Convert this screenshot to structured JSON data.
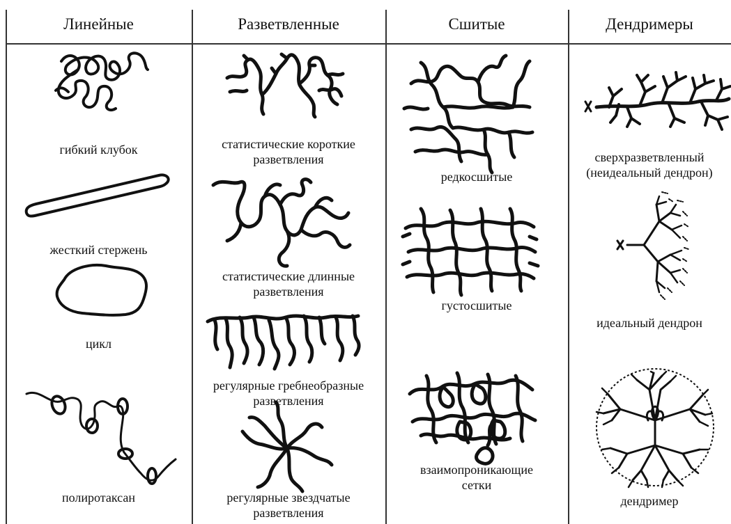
{
  "columns": [
    {
      "header": "Линейные",
      "items": [
        "гибкий клубок",
        "жесткий стержень",
        "цикл",
        "полиротаксан"
      ]
    },
    {
      "header": "Разветвленные",
      "items": [
        "статистические короткие\nразветвления",
        "статистические длинные\nразветвления",
        "регулярные гребнеобразные\nразветвления",
        "регулярные звездчатые\nразветвления"
      ]
    },
    {
      "header": "Сшитые",
      "items": [
        "редкосшитые",
        "густосшитые",
        "взаимопроникающие\nсетки"
      ]
    },
    {
      "header": "Дендримеры",
      "items": [
        "сверхразветвленный\n(неидеальный дендрон)",
        "идеальный дендрон",
        "дендример"
      ],
      "focal_mark": "x"
    }
  ]
}
